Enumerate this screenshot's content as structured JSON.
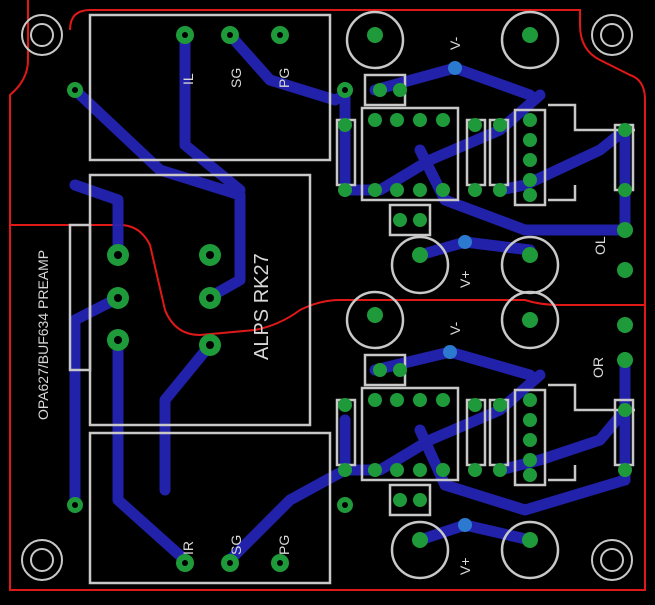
{
  "labels": {
    "title": "OPA627/BUF634 PREAMP",
    "pot": "ALPS RK27",
    "top_conn": {
      "a": "IL",
      "b": "SG",
      "c": "PG"
    },
    "bot_conn": {
      "a": "IR",
      "b": "SG",
      "c": "PG"
    },
    "top_vminus": "V-",
    "top_vplus": "V+",
    "bot_vminus": "V-",
    "bot_vplus": "V+",
    "out_left": "OL",
    "out_right": "OR"
  },
  "colors": {
    "background": "#000000",
    "trace": "#2424b8",
    "outline": "#c8c8c8",
    "pad": "#1f9a3a",
    "via": "#2c7ad0",
    "board_edge": "#e01818"
  }
}
